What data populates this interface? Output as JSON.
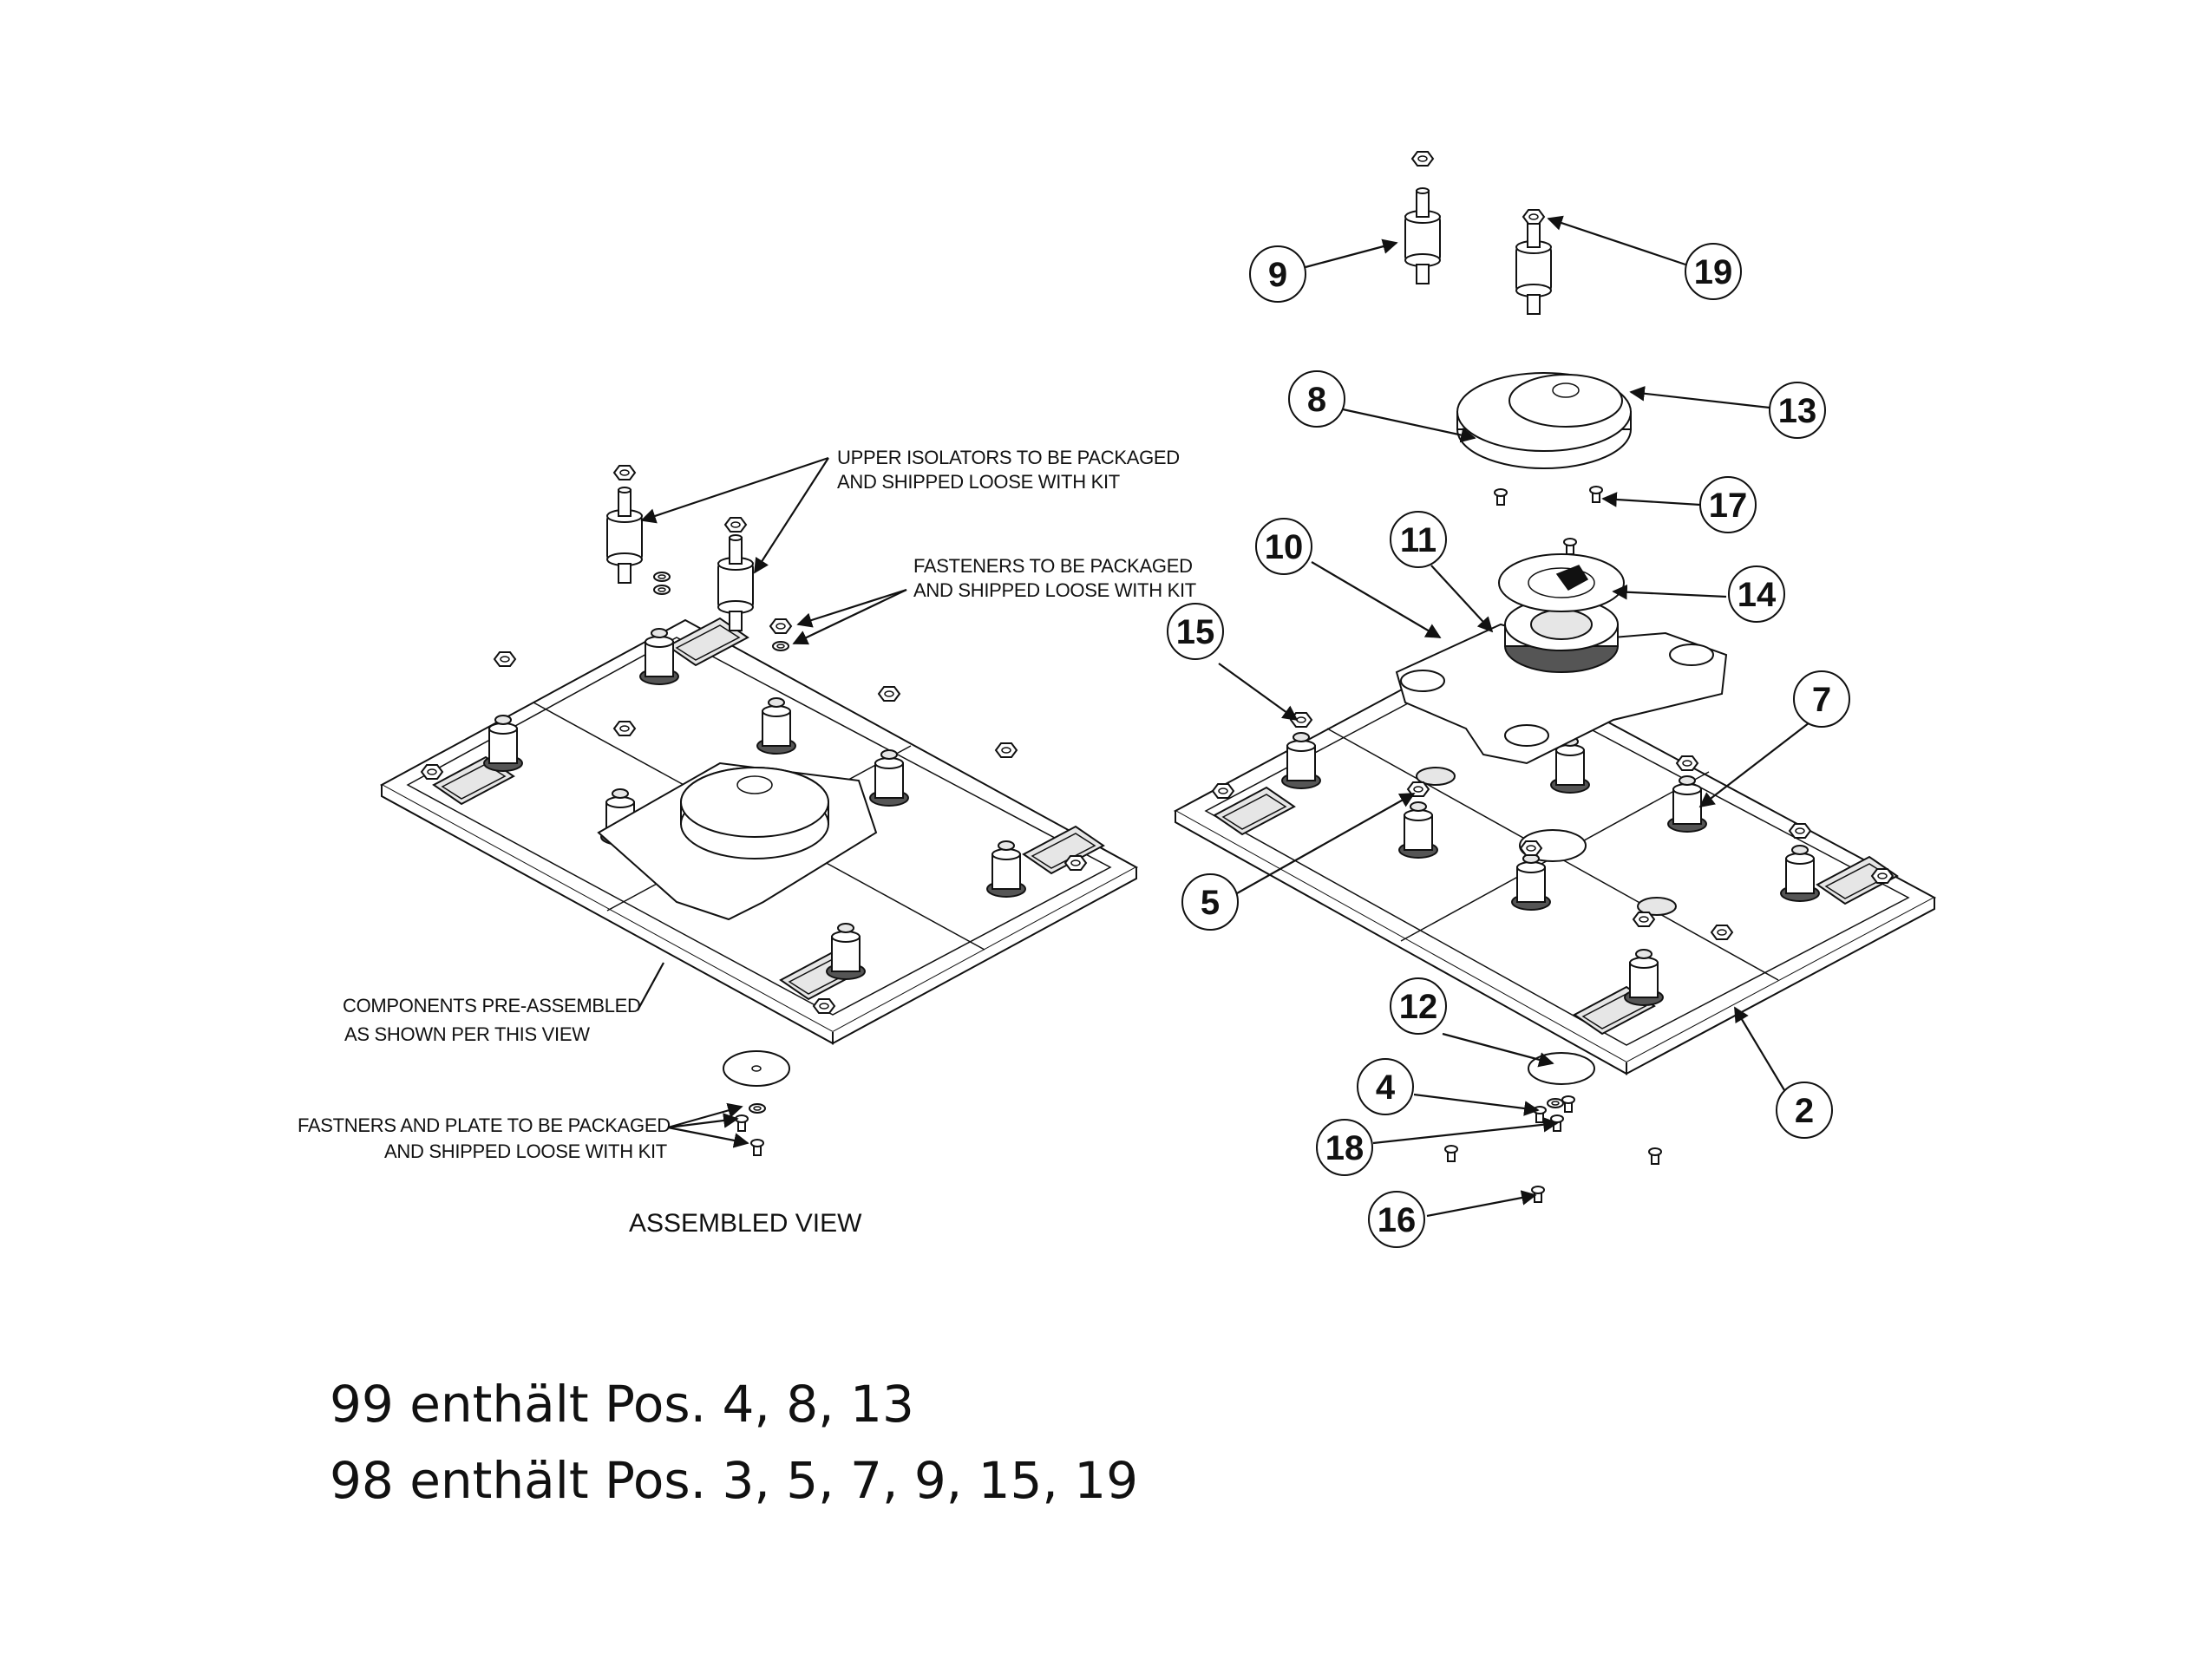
{
  "annotations": {
    "upper_isolators": [
      "UPPER ISOLATORS TO BE PACKAGED",
      "AND SHIPPED LOOSE WITH KIT"
    ],
    "fasteners": [
      "FASTENERS TO BE PACKAGED",
      "AND SHIPPED LOOSE WITH KIT"
    ],
    "components": [
      "COMPONENTS PRE-ASSEMBLED",
      "AS SHOWN PER THIS VIEW"
    ],
    "fastners_plate": [
      "FASTNERS AND PLATE TO BE PACKAGED",
      "AND SHIPPED LOOSE WITH KIT"
    ],
    "assembled_view": "ASSEMBLED VIEW"
  },
  "balloons": [
    {
      "id": "9",
      "label": "9"
    },
    {
      "id": "19",
      "label": "19"
    },
    {
      "id": "8",
      "label": "8"
    },
    {
      "id": "13",
      "label": "13"
    },
    {
      "id": "17",
      "label": "17"
    },
    {
      "id": "10",
      "label": "10"
    },
    {
      "id": "11",
      "label": "11"
    },
    {
      "id": "14",
      "label": "14"
    },
    {
      "id": "15",
      "label": "15"
    },
    {
      "id": "7",
      "label": "7"
    },
    {
      "id": "5",
      "label": "5"
    },
    {
      "id": "12",
      "label": "12"
    },
    {
      "id": "4",
      "label": "4"
    },
    {
      "id": "18",
      "label": "18"
    },
    {
      "id": "2",
      "label": "2"
    },
    {
      "id": "16",
      "label": "16"
    }
  ],
  "notes": [
    "99 enthält Pos. 4, 8, 13",
    "98 enthält Pos. 3, 5, 7, 9, 15, 19"
  ]
}
